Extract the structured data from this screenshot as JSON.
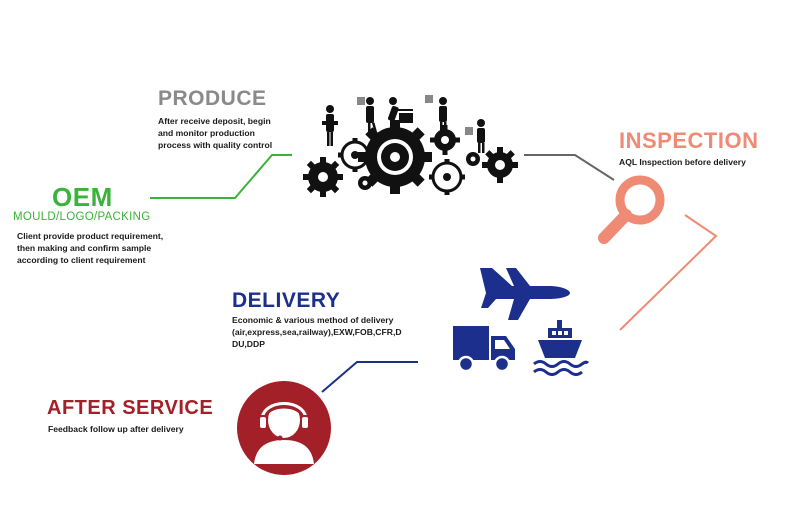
{
  "colors": {
    "oem": "#3bb33b",
    "produce": "#8a8a8a",
    "inspection": "#ef8b74",
    "delivery": "#1c2f8c",
    "after_service": "#a32028",
    "connector_gray": "#666666"
  },
  "stages": {
    "oem": {
      "title": "OEM",
      "subtitle": "MOULD/LOGO/PACKING",
      "lines": [
        "Client provide product requirement,",
        "then making and confirm sample",
        "according to client requirement"
      ]
    },
    "produce": {
      "title": "PRODUCE",
      "lines": [
        "After receive deposit, begin",
        "and monitor production",
        "process with quality control"
      ],
      "icon": "gears-workers-icon"
    },
    "inspection": {
      "title": "INSPECTION",
      "lines": [
        "AQL Inspection before delivery"
      ],
      "icon": "magnifier-icon"
    },
    "delivery": {
      "title": "DELIVERY",
      "lines": [
        "Economic & various method of delivery",
        "(air,express,sea,railway),EXW,FOB,CFR,D",
        "DU,DDP"
      ],
      "icons": [
        "airplane-icon",
        "truck-icon",
        "ship-icon"
      ]
    },
    "after_service": {
      "title": "AFTER SERVICE",
      "lines": [
        "Feedback follow up after delivery"
      ],
      "icon": "headset-agent-icon"
    }
  }
}
